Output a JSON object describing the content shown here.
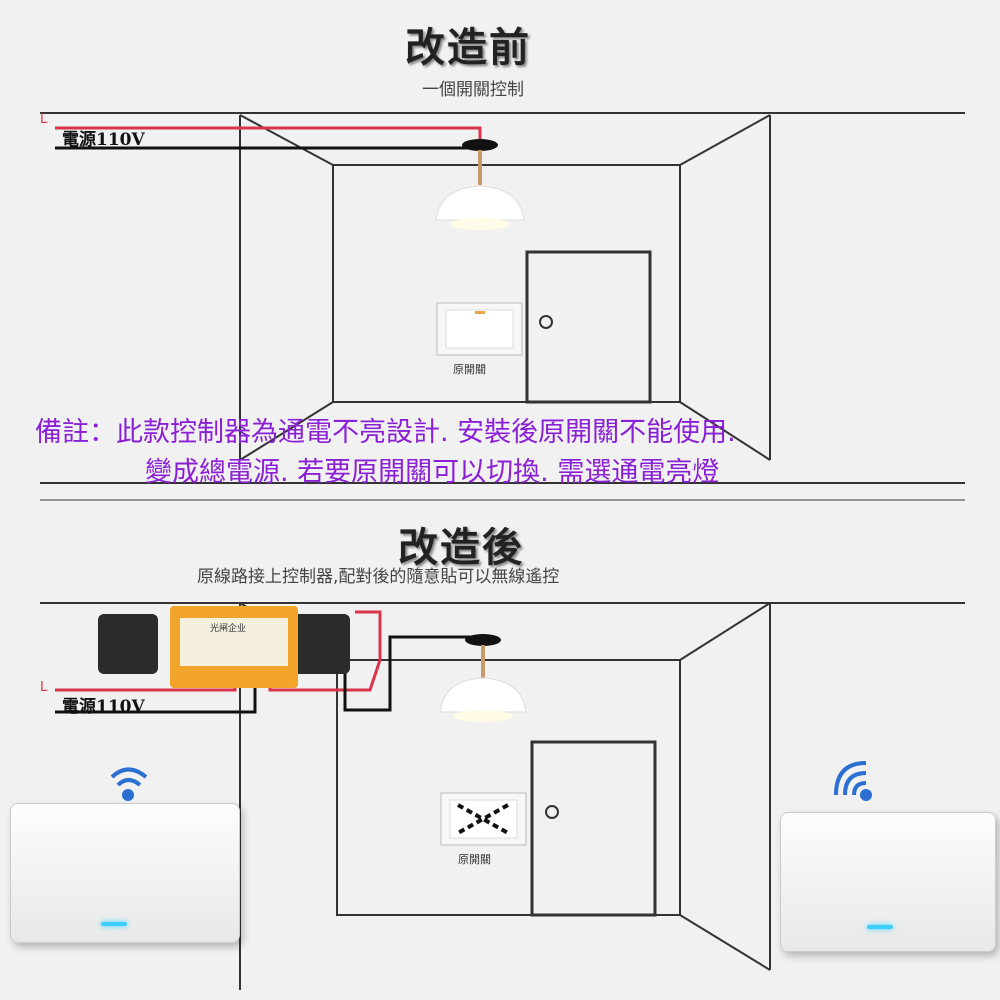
{
  "before": {
    "title": "改造前",
    "subtitle": "一個開關控制",
    "power_label": "電源110V",
    "line_label": "L",
    "switch_label": "原開關"
  },
  "note": {
    "line1": "備註：此款控制器為通電不亮設計. 安裝後原開關不能使用.",
    "line2": "變成總電源. 若要原開關可以切換. 需選通電亮燈",
    "color": "#8a1fd6"
  },
  "after": {
    "title": "改造後",
    "subtitle": "原線路接上控制器,配對後的隨意貼可以無線遙控",
    "power_label": "電源110V",
    "line_label": "L",
    "switch_label": "原開關",
    "controller_label": "光闸企业"
  },
  "colors": {
    "live_wire": "#d9344a",
    "wire": "#111111"
  }
}
